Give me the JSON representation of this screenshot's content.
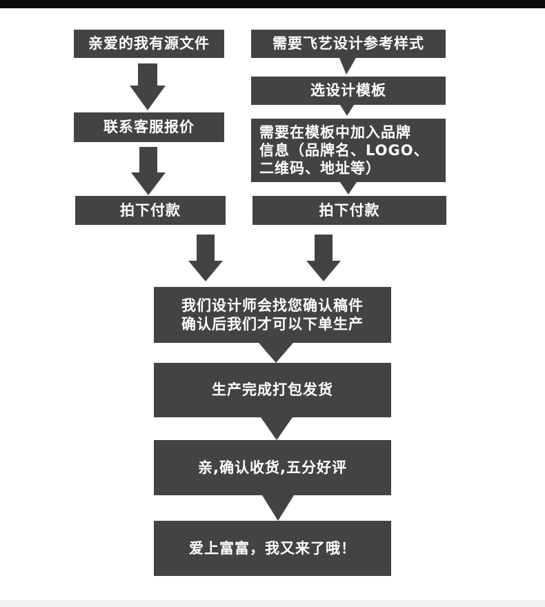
{
  "colors": {
    "box": "#434343",
    "arrow": "#434343",
    "text": "#ffffff",
    "top_bar": "#0a0a0a",
    "bottom_strip": "#f2f2f2"
  },
  "left_flow": {
    "step1": "亲爱的我有源文件",
    "step2": "联系客服报价",
    "step3": "拍下付款"
  },
  "right_flow": {
    "step1": "需要飞艺设计参考样式",
    "step2": "选设计模板",
    "step3": "需要在模板中加入品牌\n信息（品牌名、LOGO、\n二维码、地址等）",
    "step4": "拍下付款"
  },
  "merged_flow": {
    "confirm": "我们设计师会找您确认稿件\n确认后我们才可以下单生产",
    "ship": "生产完成打包发货",
    "review": "亲,确认收货,五分好评",
    "thanks": "爱上富富，我又来了哦！"
  }
}
